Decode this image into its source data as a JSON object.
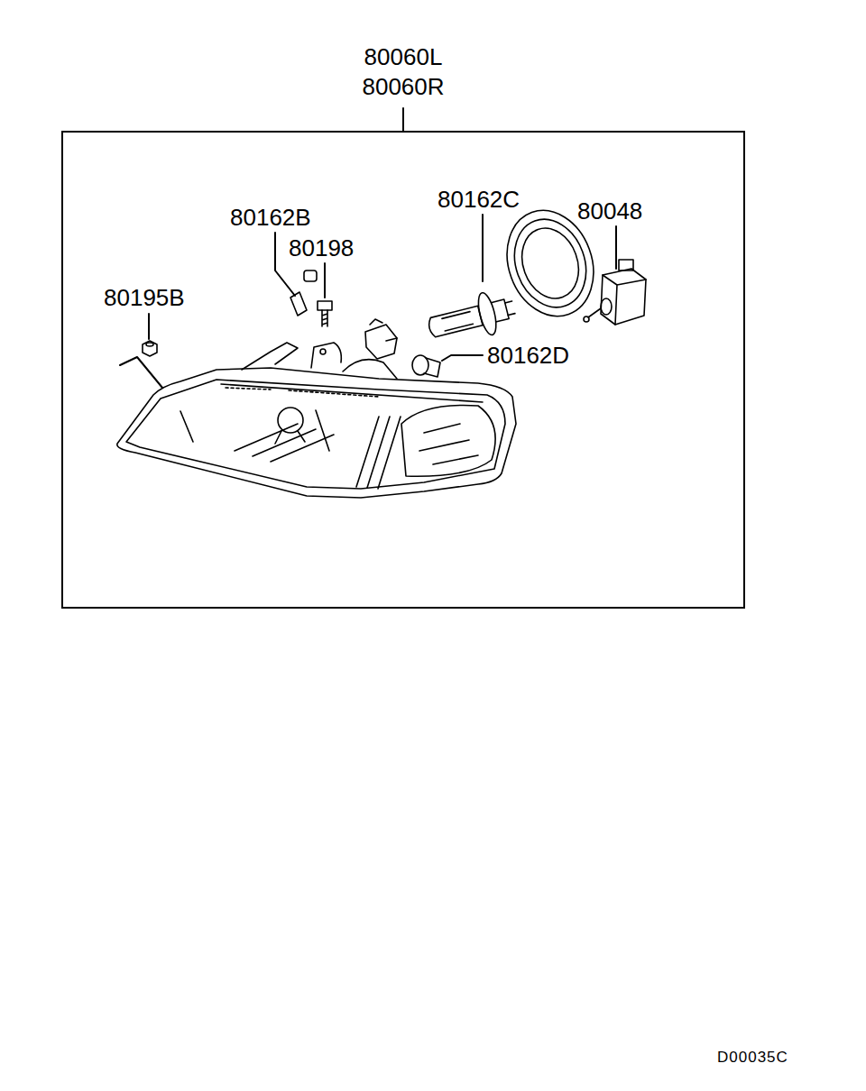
{
  "diagram": {
    "nodes": [
      {
        "text": [
          "80060L",
          "80060R"
        ]
      }
    ],
    "labels": [
      "80162B",
      "80198",
      "80195B",
      "80162C",
      "80048",
      "80162D",
      "D00035C"
    ]
  }
}
